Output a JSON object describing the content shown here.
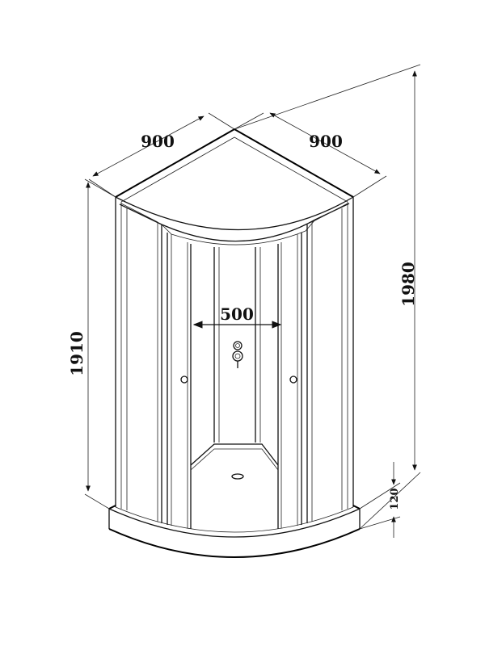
{
  "dimensions": {
    "width_left": "900",
    "width_right": "900",
    "door_opening": "500",
    "total_height": "1980",
    "cabin_height": "1910",
    "tray_height": "120"
  },
  "colors": {
    "line": "#111111",
    "background": "#ffffff"
  }
}
